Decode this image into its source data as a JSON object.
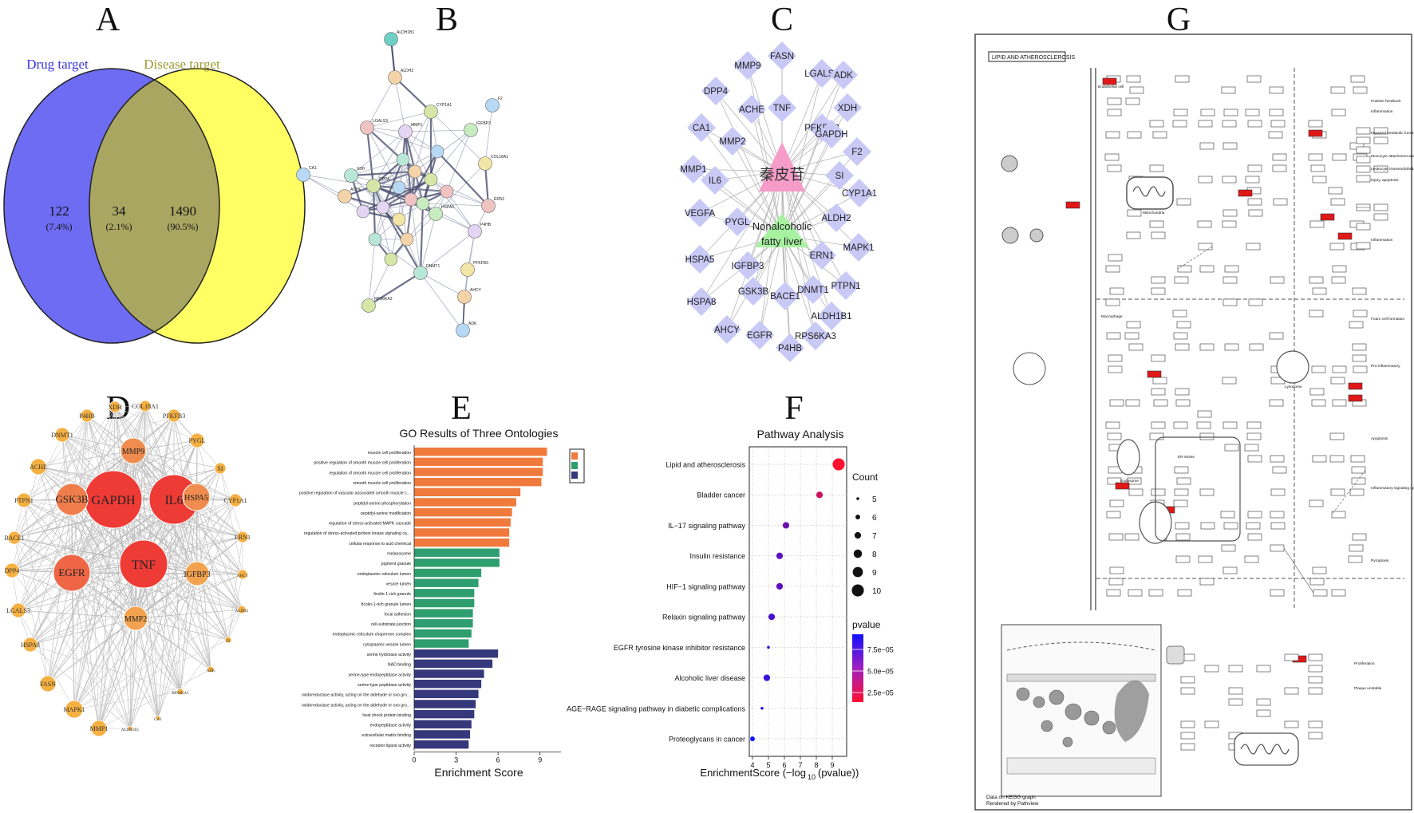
{
  "panel_letters": [
    "A",
    "B",
    "C",
    "D",
    "E",
    "F",
    "G"
  ],
  "venn": {
    "left_label": "Drug target",
    "right_label": "Disease target",
    "left_only": {
      "count": "122",
      "pct": "(7.4%)"
    },
    "overlap": {
      "count": "34",
      "pct": "(2.1%)"
    },
    "right_only": {
      "count": "1490",
      "pct": "(90.5%)"
    },
    "colors": {
      "left": "#6e6cf2",
      "right": "#ffff63",
      "overlap": "#a9a662"
    }
  },
  "ppi": {
    "nodes": [
      "ALDH1B1",
      "ALDH2",
      "CYP1A1",
      "F2",
      "LGALS3",
      "MMP1",
      "IGFBP3",
      "COL18A1",
      "XDH",
      "ACHE",
      "DPP4",
      "CA1",
      "ERN1",
      "P4HB",
      "HSPA5",
      "PFKFB3",
      "DNMT1",
      "AHCY",
      "RPS6KA3",
      "ADK"
    ]
  },
  "network_c": {
    "drug": "秦皮苷",
    "disease": "Nonalcoholic fatty liver",
    "targets": [
      "FASN",
      "LGALS3",
      "ADK",
      "MMP9",
      "DPP4",
      "ACHE",
      "TNF",
      "PFKFB3",
      "XDH",
      "CA1",
      "MMP2",
      "GAPDH",
      "F2",
      "MMP1",
      "IL6",
      "SI",
      "CYP1A1",
      "VEGFA",
      "PYGL",
      "ALDH2",
      "MAPK1",
      "HSPA5",
      "IGFBP3",
      "ERN1",
      "PTPN1",
      "HSPA8",
      "GSK3B",
      "BACE1",
      "DNMT1",
      "ALDH1B1",
      "AHCY",
      "EGFR",
      "P4HB",
      "RPS6KA3"
    ],
    "colors": {
      "target": "#c9c9f6",
      "drug": "#f59cc8",
      "disease": "#a6f2a0"
    }
  },
  "hub_d": {
    "hubs": [
      "GAPDH",
      "IL6",
      "TNF",
      "EGFR",
      "GSK3B",
      "HSPA5",
      "MMP9",
      "MMP2",
      "IGFBP3"
    ],
    "outer": [
      "P4HB",
      "XDH",
      "COL18A1",
      "PFKFB3",
      "DNMT1",
      "PYGL",
      "ACHE",
      "SI",
      "PTPN1",
      "CYP1A1",
      "BACE1",
      "ERN1",
      "DPP4",
      "AHCY",
      "LGALS3",
      "ALDH2",
      "HSPA8",
      "F2",
      "FASN",
      "ADK",
      "MAPK1",
      "RPS6KA3",
      "MMP1",
      "ALDH1B1",
      "CA1"
    ]
  },
  "go_chart": {
    "title": "GO Results of Three Ontologies",
    "xlabel": "Enrichment Score",
    "ticks": [
      "0",
      "3",
      "6",
      "9"
    ],
    "colors": {
      "BP": "#f07a3c",
      "CC": "#2e9e6e",
      "MF": "#35387a"
    }
  },
  "pathway_chart": {
    "title": "Pathway Analysis",
    "xlabel": "EnrichmentScore (−log",
    "xlabel_sub": "10",
    "xlabel_tail": "(pvalue))",
    "ticks": [
      "4",
      "5",
      "6",
      "7",
      "8",
      "9"
    ],
    "count_legend_title": "Count",
    "count_values": [
      "5",
      "6",
      "7",
      "8",
      "9",
      "10"
    ],
    "pvalue_legend_title": "pvalue",
    "pvalue_ticks": [
      "7.5e−05",
      "5.0e−05",
      "2.5e−05"
    ]
  },
  "chart_data": [
    {
      "type": "bar",
      "title": "GO Results of Three Ontologies",
      "xlabel": "Enrichment Score",
      "xlim": [
        0,
        10.5
      ],
      "categories": [
        "muscle cell proliferation",
        "positive regulation of smooth muscle cell proliferation",
        "regulation of smooth muscle cell proliferation",
        "smooth muscle cell proliferation",
        "positive regulation of vascular associated smooth muscle cell proliferation",
        "peptidyl-serine phosphorylation",
        "peptidyl-serine modification",
        "regulation of stress-activated MAPK cascade",
        "regulation of stress-activated protein kinase signaling cascade",
        "cellular response to acid chemical",
        "melanosome",
        "pigment granule",
        "endoplasmic reticulum lumen",
        "vesicle lumen",
        "ficolin-1-rich granule",
        "ficolin-1-rich granule lumen",
        "focal adhesion",
        "cell-substrate junction",
        "endoplasmic reticulum chaperone complex",
        "cytoplasmic vesicle lumen",
        "serine hydrolase activity",
        "NAD binding",
        "serine-type endopeptidase activity",
        "serine-type peptidase activity",
        "oxidoreductase activity, acting on the aldehyde or oxo group of donors, NAD or NADP as acceptor",
        "oxidoreductase activity, acting on the aldehyde or oxo group of donors",
        "heat shock protein binding",
        "endopeptidase activity",
        "extracellular matrix binding",
        "receptor ligand activity"
      ],
      "ontology": [
        "BP",
        "BP",
        "BP",
        "BP",
        "BP",
        "BP",
        "BP",
        "BP",
        "BP",
        "BP",
        "CC",
        "CC",
        "CC",
        "CC",
        "CC",
        "CC",
        "CC",
        "CC",
        "CC",
        "CC",
        "MF",
        "MF",
        "MF",
        "MF",
        "MF",
        "MF",
        "MF",
        "MF",
        "MF",
        "MF"
      ],
      "values": [
        9.5,
        9.2,
        9.2,
        9.1,
        7.6,
        7.3,
        7.0,
        6.9,
        6.8,
        6.8,
        6.1,
        6.1,
        4.8,
        4.6,
        4.3,
        4.3,
        4.2,
        4.2,
        4.1,
        3.9,
        6.0,
        5.6,
        5.0,
        4.8,
        4.6,
        4.4,
        4.3,
        4.1,
        4.0,
        3.9
      ]
    },
    {
      "type": "scatter",
      "title": "Pathway Analysis",
      "xlabel": "EnrichmentScore (−log10(pvalue))",
      "xlim": [
        3.8,
        9.9
      ],
      "categories": [
        "Lipid and atherosclerosis",
        "Bladder cancer",
        "IL−17 signaling pathway",
        "Insulin resistance",
        "HIF−1 signaling pathway",
        "Relaxin signaling pathway",
        "EGFR tyrosine kinase inhibitor resistance",
        "Alcoholic liver disease",
        "AGE−RAGE signaling pathway in diabetic complications",
        "Proteoglycans in cancer"
      ],
      "x": [
        9.4,
        8.2,
        6.1,
        5.7,
        5.7,
        5.2,
        5.0,
        4.9,
        4.6,
        4.0
      ],
      "count": [
        10,
        7,
        7,
        7,
        7,
        7,
        5,
        7,
        5,
        6
      ],
      "pvalue": [
        4e-10,
        6e-09,
        8e-07,
        2e-06,
        2e-06,
        6e-06,
        1e-05,
        1.2e-05,
        2.5e-05,
        0.0001
      ]
    }
  ],
  "kegg": {
    "title": "LIPID AND ATHEROSCLEROSIS",
    "footer_line1": "Data on KEGG graph",
    "footer_line2": "Rendered by Pathview",
    "outcomes": [
      "Positive feedback",
      "Inflammation",
      "Impaired metabolic function",
      "Monocyte attachment and activation",
      "Leukocyte transendothelial migration",
      "Injury, apoptosis",
      "Inflammation",
      "Foam cell formation",
      "Pro-inflammatory",
      "Inflammatory signaling cytokines",
      "Apoptosis",
      "Pyroptosis",
      "Proliferation",
      "Plaque unstable"
    ],
    "compartments": [
      "Endothelial cell",
      "Macrophage",
      "Mitochondria",
      "Lysosome",
      "ER stress",
      "Endosome",
      "Foam cell"
    ],
    "highlight_color": "#e01818"
  }
}
